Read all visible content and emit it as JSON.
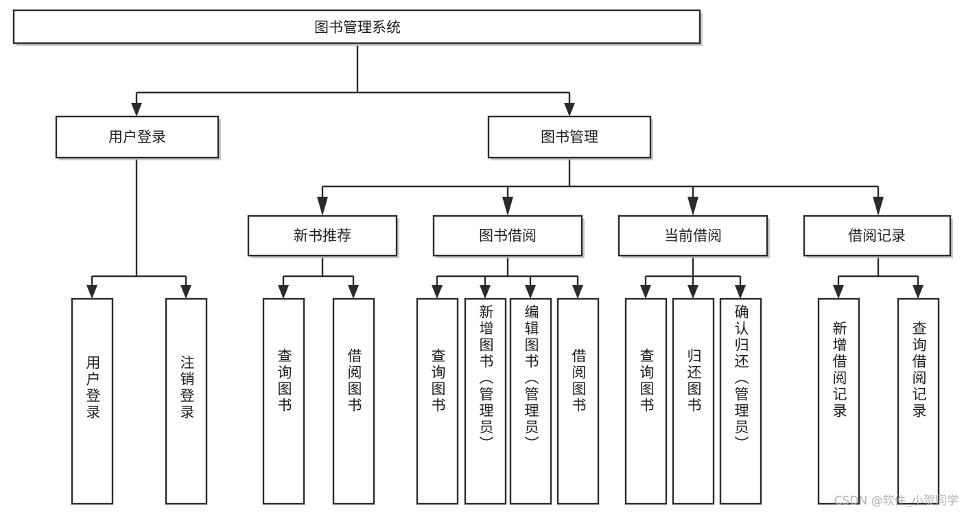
{
  "diagram": {
    "type": "hierarchy-tree",
    "title": "图书管理系统",
    "orientation": "top-down",
    "watermark": "CSDN @软件_小贺同学",
    "colors": {
      "box_stroke": "#2b2b2b",
      "box_fill": "#ffffff",
      "edge": "#2b2b2b",
      "text": "#1c1c1c",
      "watermark": "#b0b0b0",
      "background": "#ffffff"
    },
    "levels": {
      "root_label": "图书管理系统",
      "level1": [
        {
          "id": "user-login",
          "label": "用户登录"
        },
        {
          "id": "book-manage",
          "label": "图书管理"
        }
      ],
      "level2": [
        {
          "id": "new-book-recommend",
          "label": "新书推荐",
          "parent": "book-manage"
        },
        {
          "id": "book-borrow",
          "label": "图书借阅",
          "parent": "book-manage"
        },
        {
          "id": "current-borrow",
          "label": "当前借阅",
          "parent": "book-manage"
        },
        {
          "id": "borrow-record",
          "label": "借阅记录",
          "parent": "book-manage"
        }
      ],
      "leaves": [
        {
          "id": "leaf-user-login",
          "label": "用户登录",
          "parent": "user-login"
        },
        {
          "id": "leaf-logout-login",
          "label": "注销登录",
          "parent": "user-login"
        },
        {
          "id": "leaf-query-book-1",
          "label": "查询图书",
          "parent": "new-book-recommend"
        },
        {
          "id": "leaf-borrow-book-1",
          "label": "借阅图书",
          "parent": "new-book-recommend"
        },
        {
          "id": "leaf-query-book-2",
          "label": "查询图书",
          "parent": "book-borrow"
        },
        {
          "id": "leaf-add-book",
          "label": "新增图书（管理员）",
          "parent": "book-borrow"
        },
        {
          "id": "leaf-edit-book",
          "label": "编辑图书（管理员）",
          "parent": "book-borrow"
        },
        {
          "id": "leaf-borrow-book-2",
          "label": "借阅图书",
          "parent": "book-borrow"
        },
        {
          "id": "leaf-query-book-3",
          "label": "查询图书",
          "parent": "current-borrow"
        },
        {
          "id": "leaf-return-book",
          "label": "归还图书",
          "parent": "current-borrow"
        },
        {
          "id": "leaf-confirm-return",
          "label": "确认归还（管理员）",
          "parent": "current-borrow"
        },
        {
          "id": "leaf-add-record",
          "label": "新增借阅记录",
          "parent": "borrow-record"
        },
        {
          "id": "leaf-query-record",
          "label": "查询借阅记录",
          "parent": "borrow-record"
        }
      ]
    }
  }
}
